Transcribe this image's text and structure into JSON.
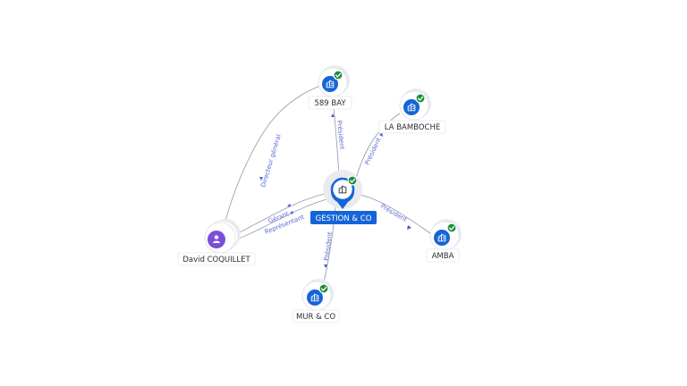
{
  "nodes": {
    "center": {
      "label": "GESTION & CO",
      "icon": "building-icon",
      "verified": true
    },
    "bay": {
      "label": "589 BAY",
      "icon": "building-icon",
      "verified": true
    },
    "bamboche": {
      "label": "LA BAMBOCHE",
      "icon": "building-icon",
      "verified": true
    },
    "amba": {
      "label": "AMBA",
      "icon": "building-icon",
      "verified": true
    },
    "mur": {
      "label": "MUR & CO",
      "icon": "building-icon",
      "verified": true
    },
    "david": {
      "label": "David COQUILLET",
      "icon": "person-icon",
      "verified": false
    }
  },
  "edges": {
    "bay": "Président",
    "bamboche": "Président",
    "amba": "Président",
    "mur": "Président",
    "david_bay": "Directeur général",
    "david_center_1": "Gérant",
    "david_center_2": "Représentant"
  },
  "colors": {
    "company": "#1565d8",
    "person": "#7c4ddb",
    "verified": "#1e8e3e",
    "edge_label": "#5b6bd6"
  }
}
